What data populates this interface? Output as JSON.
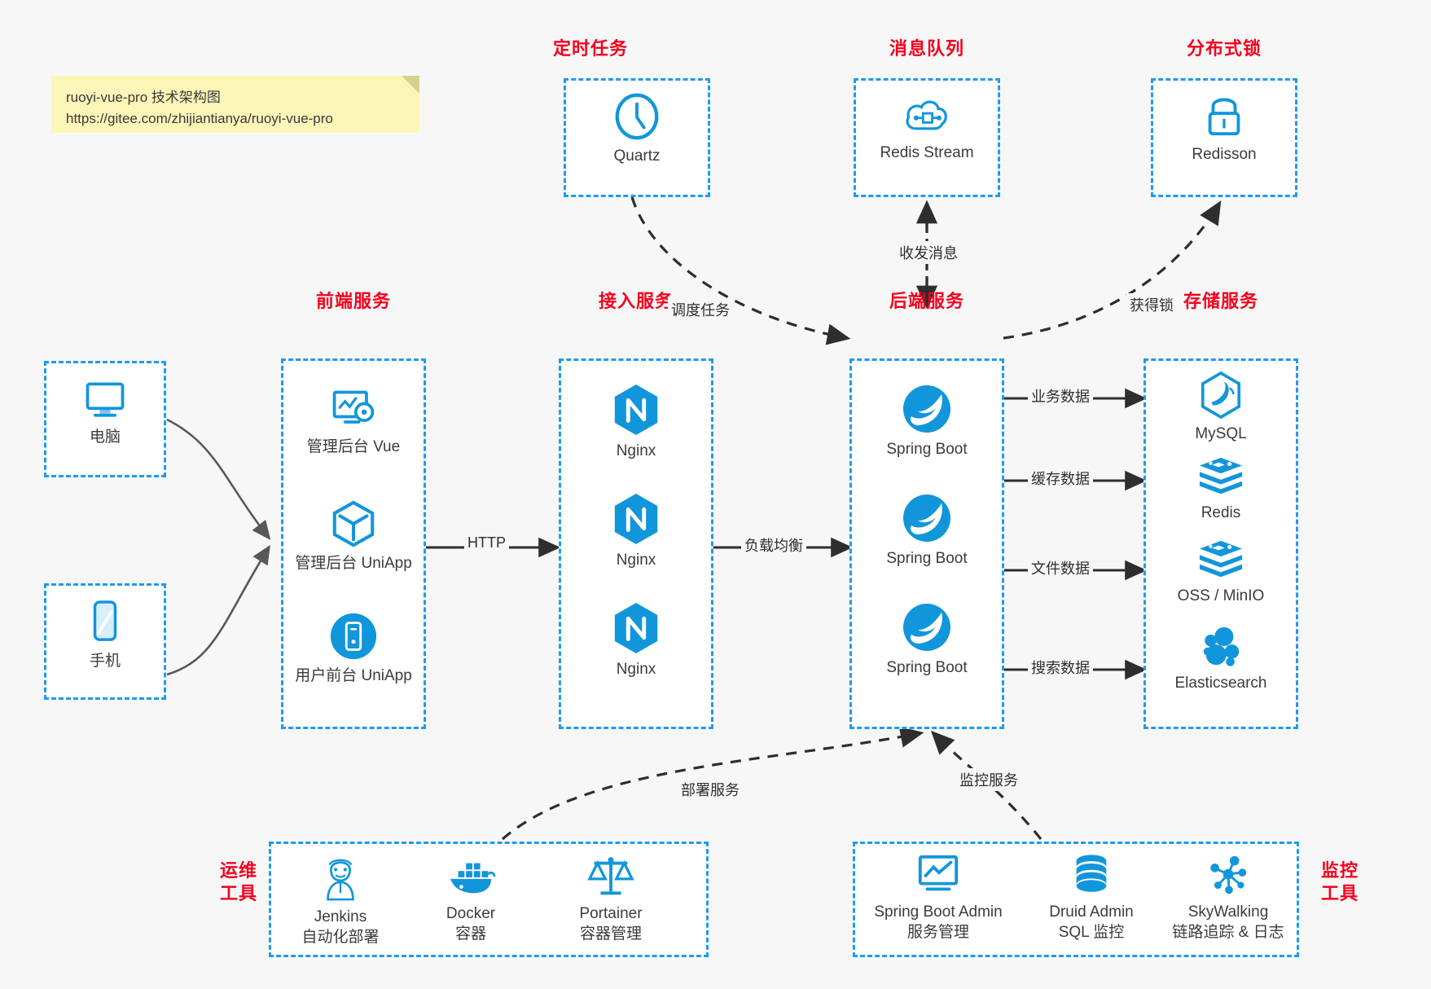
{
  "note": {
    "line1": "ruoyi-vue-pro 技术架构图",
    "line2": "https://gitee.com/zhijiantianya/ruoyi-vue-pro"
  },
  "colors": {
    "accent_blue": "#1e9bf0",
    "icon_blue": "#1296db",
    "title_red": "#f4001e",
    "edge_dark": "#2e2e2e",
    "edge_gray": "#585858",
    "background": "#f7f7f7",
    "note_yellow": "#fcf5b8"
  },
  "groups": {
    "scheduler": {
      "title": "定时任务"
    },
    "mq": {
      "title": "消息队列"
    },
    "lock": {
      "title": "分布式锁"
    },
    "frontend": {
      "title": "前端服务"
    },
    "gateway": {
      "title": "接入服务"
    },
    "backend": {
      "title": "后端服务"
    },
    "storage": {
      "title": "存储服务"
    },
    "devops": {
      "title": "运维\n工具",
      "line1": "运维",
      "line2": "工具"
    },
    "monitor": {
      "title": "监控\n工具",
      "line1": "监控",
      "line2": "工具"
    }
  },
  "nodes": {
    "clients": [
      {
        "label": "电脑",
        "icon": "desktop-monitor-icon"
      },
      {
        "label": "手机",
        "icon": "smartphone-icon"
      }
    ],
    "frontend": [
      {
        "label": "管理后台 Vue",
        "icon": "dashboard-gear-icon"
      },
      {
        "label": "管理后台 UniApp",
        "icon": "cube-icon"
      },
      {
        "label": "用户前台 UniApp",
        "icon": "mobile-circle-icon"
      }
    ],
    "gateway": [
      {
        "label": "Nginx",
        "icon": "nginx-icon"
      },
      {
        "label": "Nginx",
        "icon": "nginx-icon"
      },
      {
        "label": "Nginx",
        "icon": "nginx-icon"
      }
    ],
    "backend": [
      {
        "label": "Spring Boot",
        "icon": "spring-leaf-icon"
      },
      {
        "label": "Spring Boot",
        "icon": "spring-leaf-icon"
      },
      {
        "label": "Spring Boot",
        "icon": "spring-leaf-icon"
      }
    ],
    "storage": [
      {
        "label": "MySQL",
        "icon": "mysql-dolphin-icon"
      },
      {
        "label": "Redis",
        "icon": "redis-stack-icon"
      },
      {
        "label": "OSS / MinIO",
        "icon": "redis-stack-icon"
      },
      {
        "label": "Elasticsearch",
        "icon": "elasticsearch-icon"
      }
    ],
    "scheduler": [
      {
        "label": "Quartz",
        "icon": "clock-icon"
      }
    ],
    "mq": [
      {
        "label": "Redis Stream",
        "icon": "cloud-network-icon"
      }
    ],
    "lock": [
      {
        "label": "Redisson",
        "icon": "padlock-icon"
      }
    ],
    "devops": [
      {
        "label": "Jenkins",
        "sub": "自动化部署",
        "icon": "jenkins-butler-icon"
      },
      {
        "label": "Docker",
        "sub": "容器",
        "icon": "docker-whale-icon"
      },
      {
        "label": "Portainer",
        "sub": "容器管理",
        "icon": "scales-balance-icon"
      }
    ],
    "monitor": [
      {
        "label": "Spring Boot Admin",
        "sub": "服务管理",
        "icon": "monitor-chart-icon"
      },
      {
        "label": "Druid Admin",
        "sub": "SQL 监控",
        "icon": "database-cylinder-icon"
      },
      {
        "label": "SkyWalking",
        "sub": "链路追踪 & 日志",
        "icon": "skywalking-nodes-icon"
      }
    ]
  },
  "edges": [
    {
      "label": "调度任务",
      "from": "scheduler",
      "to": "backend",
      "style": "dashed"
    },
    {
      "label": "收发消息",
      "from": "backend",
      "to": "mq",
      "style": "dashed-bidirectional"
    },
    {
      "label": "获得锁",
      "from": "backend",
      "to": "lock",
      "style": "dashed"
    },
    {
      "label": "HTTP",
      "from": "frontend",
      "to": "gateway",
      "style": "solid"
    },
    {
      "label": "负载均衡",
      "from": "gateway",
      "to": "backend",
      "style": "solid"
    },
    {
      "label": "业务数据",
      "from": "backend",
      "to": "mysql",
      "style": "solid"
    },
    {
      "label": "缓存数据",
      "from": "backend",
      "to": "redis",
      "style": "solid"
    },
    {
      "label": "文件数据",
      "from": "backend",
      "to": "oss",
      "style": "solid"
    },
    {
      "label": "搜索数据",
      "from": "backend",
      "to": "es",
      "style": "solid"
    },
    {
      "label": "部署服务",
      "from": "devops",
      "to": "backend",
      "style": "dashed"
    },
    {
      "label": "监控服务",
      "from": "monitor",
      "to": "backend",
      "style": "dashed"
    }
  ]
}
